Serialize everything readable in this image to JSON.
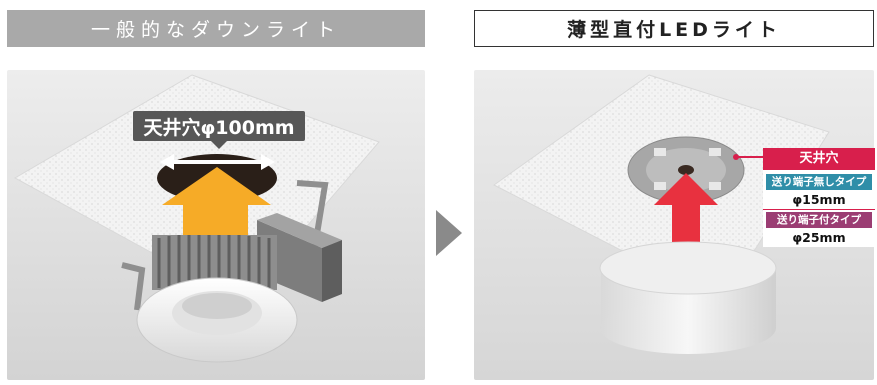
{
  "left_header": "一般的なダウンライト",
  "right_header": "薄型直付LEDライト",
  "hole_label": "天井穴φ100mm",
  "info_box": {
    "title": "天井穴",
    "type1_label": "送り端子無しタイプ",
    "type1_value": "φ15mm",
    "type2_label": "送り端子付タイプ",
    "type2_value": "φ25mm"
  },
  "colors": {
    "accent_pink": "#d81f4c",
    "arrow_orange": "#f6ab27",
    "arrow_red": "#e8313f",
    "label_blue": "#2f8ea8",
    "label_purple": "#9b3d73",
    "header_gray": "#a9a9a9"
  }
}
